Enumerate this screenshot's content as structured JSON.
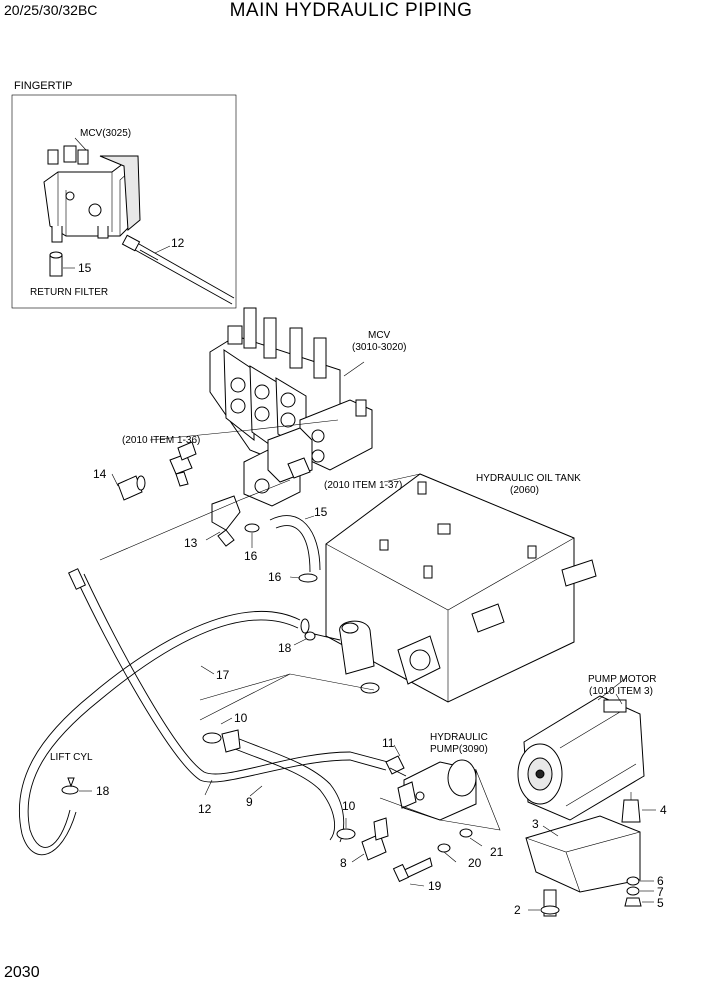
{
  "header": {
    "model": "20/25/30/32BC",
    "title": "MAIN HYDRAULIC PIPING"
  },
  "page_number": "2030",
  "inset": {
    "title": "FINGERTIP",
    "mcv": "MCV(3025)",
    "return_filter": "RETURN FILTER",
    "n15": "15",
    "n12": "12"
  },
  "labels": {
    "mcv": "MCV",
    "mcv_ref": "(3010-3020)",
    "item36": "(2010 ITEM 1-36)",
    "item37": "(2010 ITEM 1-37)",
    "tank": "HYDRAULIC OIL TANK",
    "tank_ref": "(2060)",
    "pump_motor": "PUMP MOTOR",
    "pump_motor_ref": "(1010 ITEM 3)",
    "hyd_pump": "HYDRAULIC",
    "hyd_pump_ref": "PUMP(3090)",
    "lift_cyl": "LIFT CYL"
  },
  "callouts": {
    "n14": "14",
    "n13": "13",
    "n16a": "16",
    "n15": "15",
    "n16b": "16",
    "n18a": "18",
    "n17": "17",
    "n10a": "10",
    "n11": "11",
    "n18b": "18",
    "n12": "12",
    "n9": "9",
    "n10b": "10",
    "n8": "8",
    "n19": "19",
    "n20": "20",
    "n21": "21",
    "n3": "3",
    "n4": "4",
    "n6": "6",
    "n7": "7",
    "n5": "5",
    "n2": "2"
  }
}
